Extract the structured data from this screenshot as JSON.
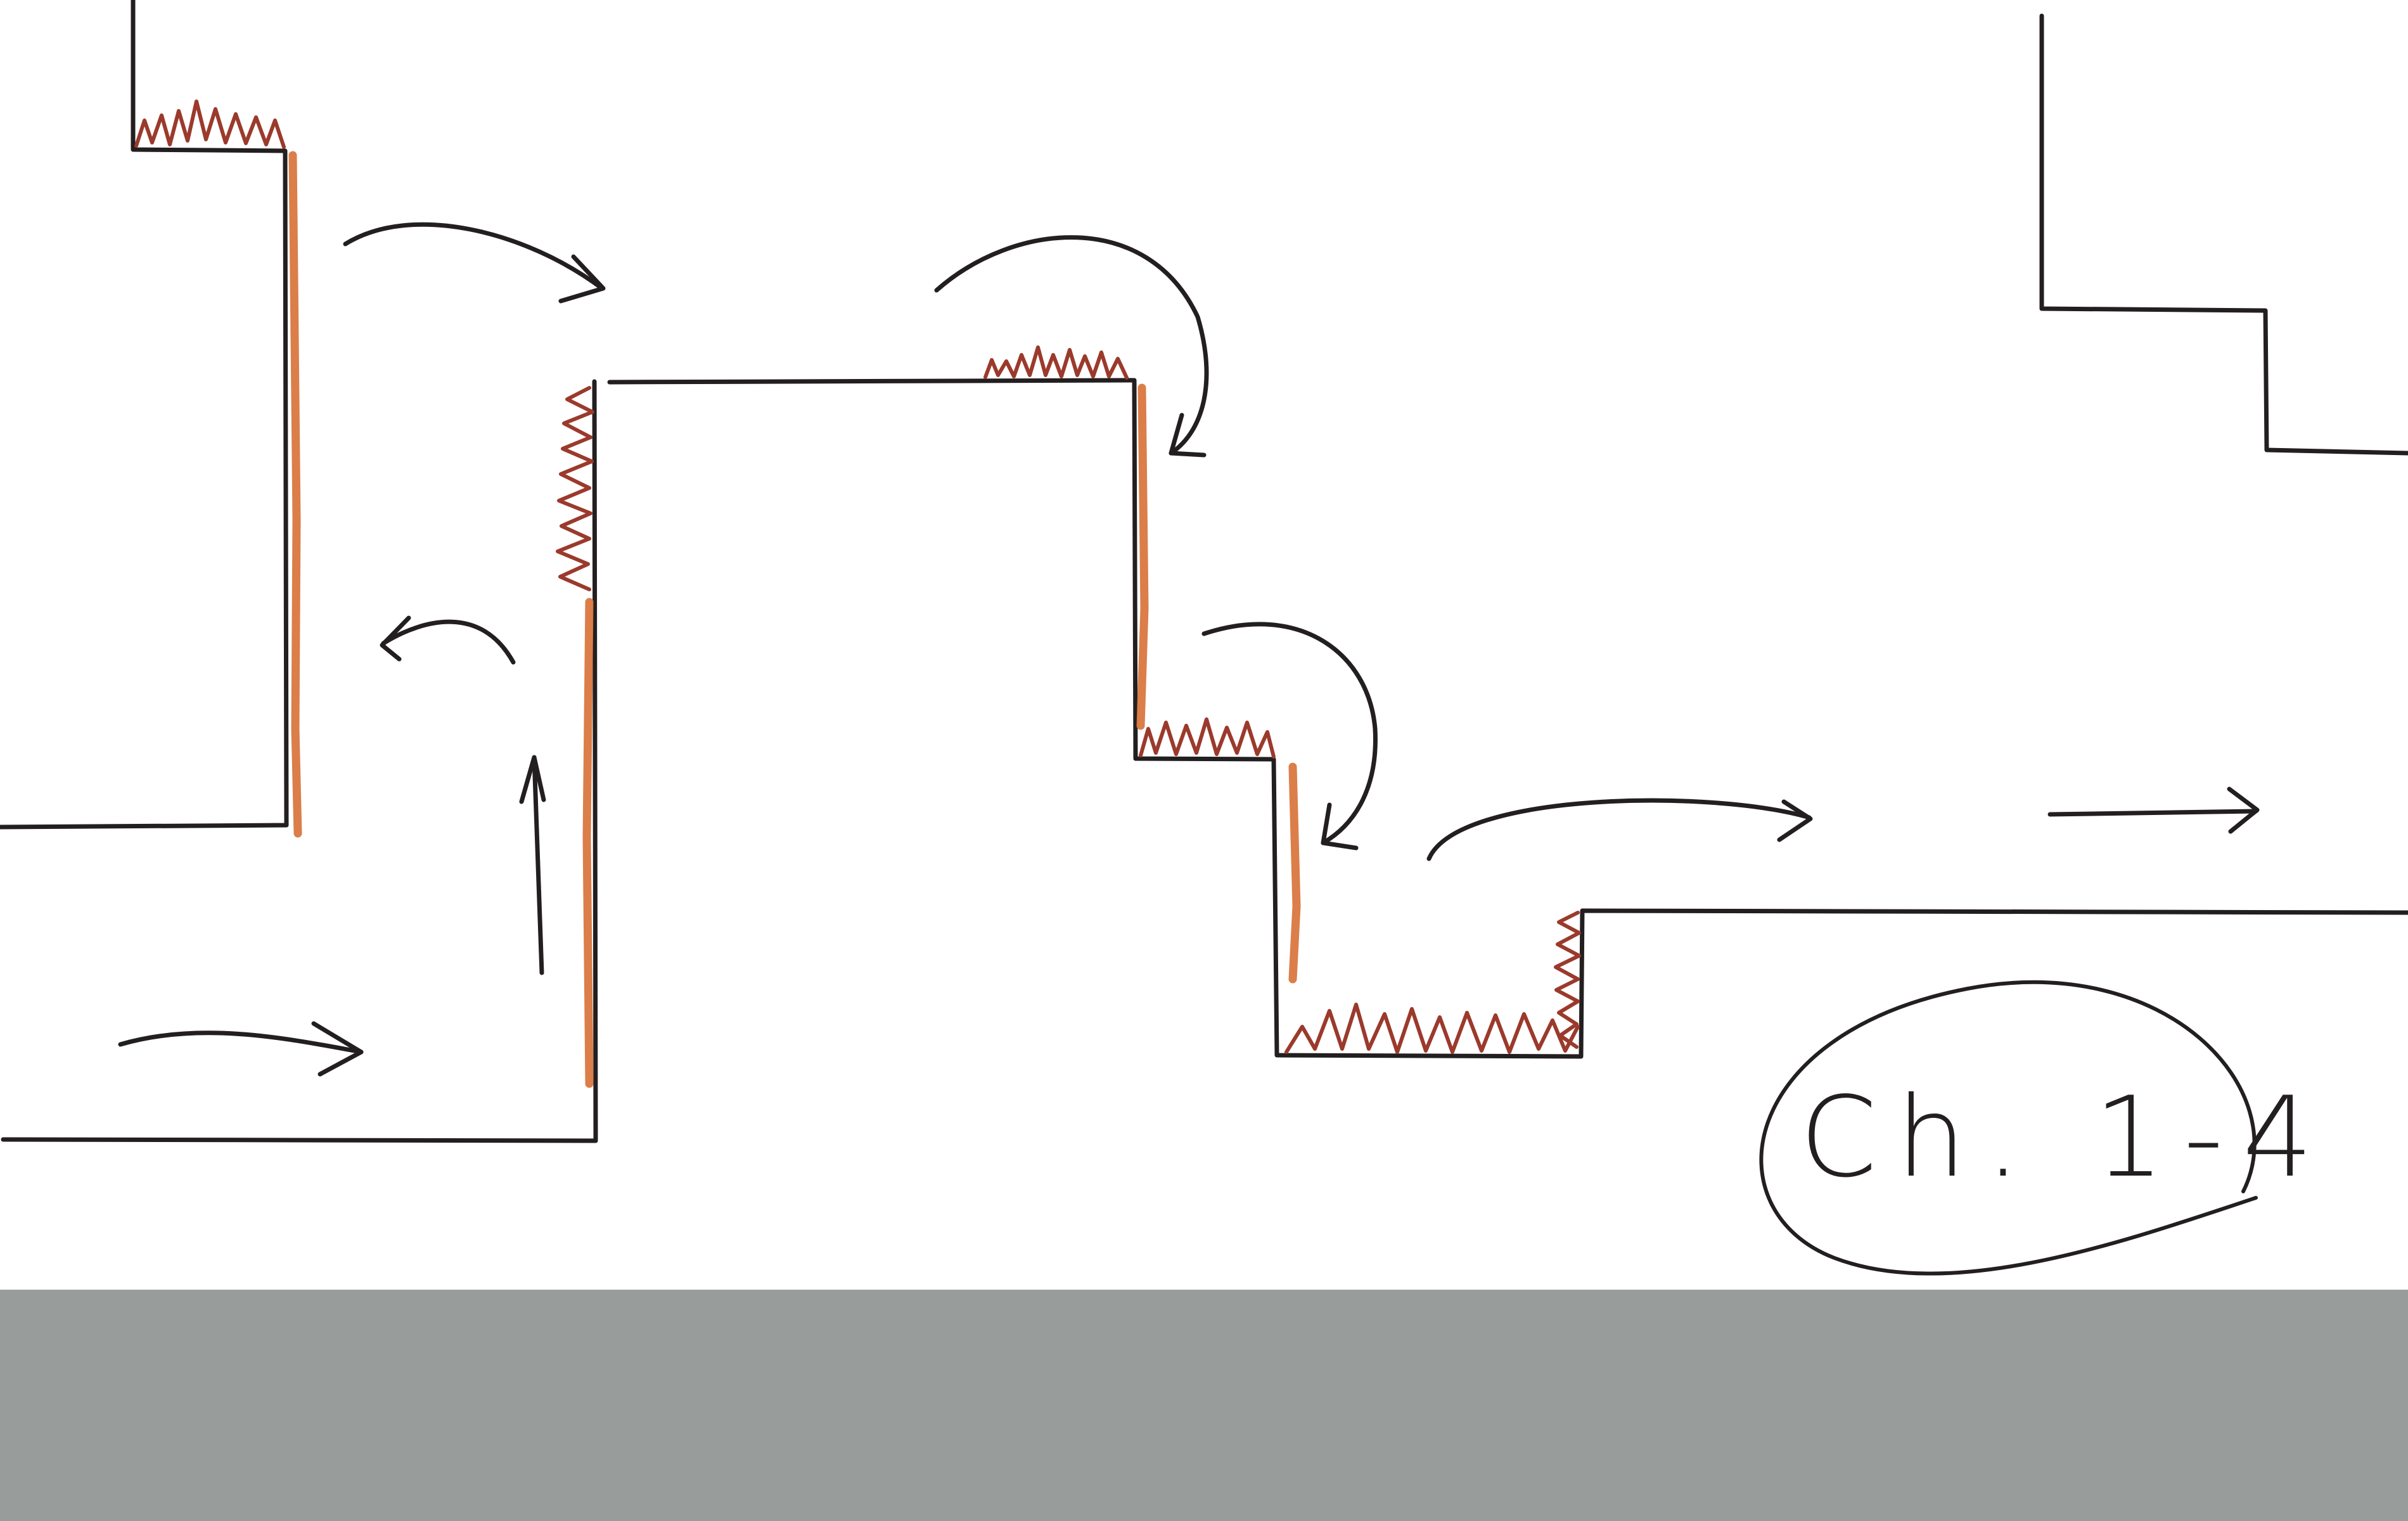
{
  "level": {
    "label": "Ch. 1-4"
  },
  "palette": {
    "ink": "#231f20",
    "wall_orange": "#d9773f",
    "grass_red": "#9b3a2c",
    "ground_gray": "#989d9c",
    "background": "#ffffff"
  },
  "icons": [
    "arrow-icon",
    "grass-tuft",
    "wall-slide-marker"
  ]
}
